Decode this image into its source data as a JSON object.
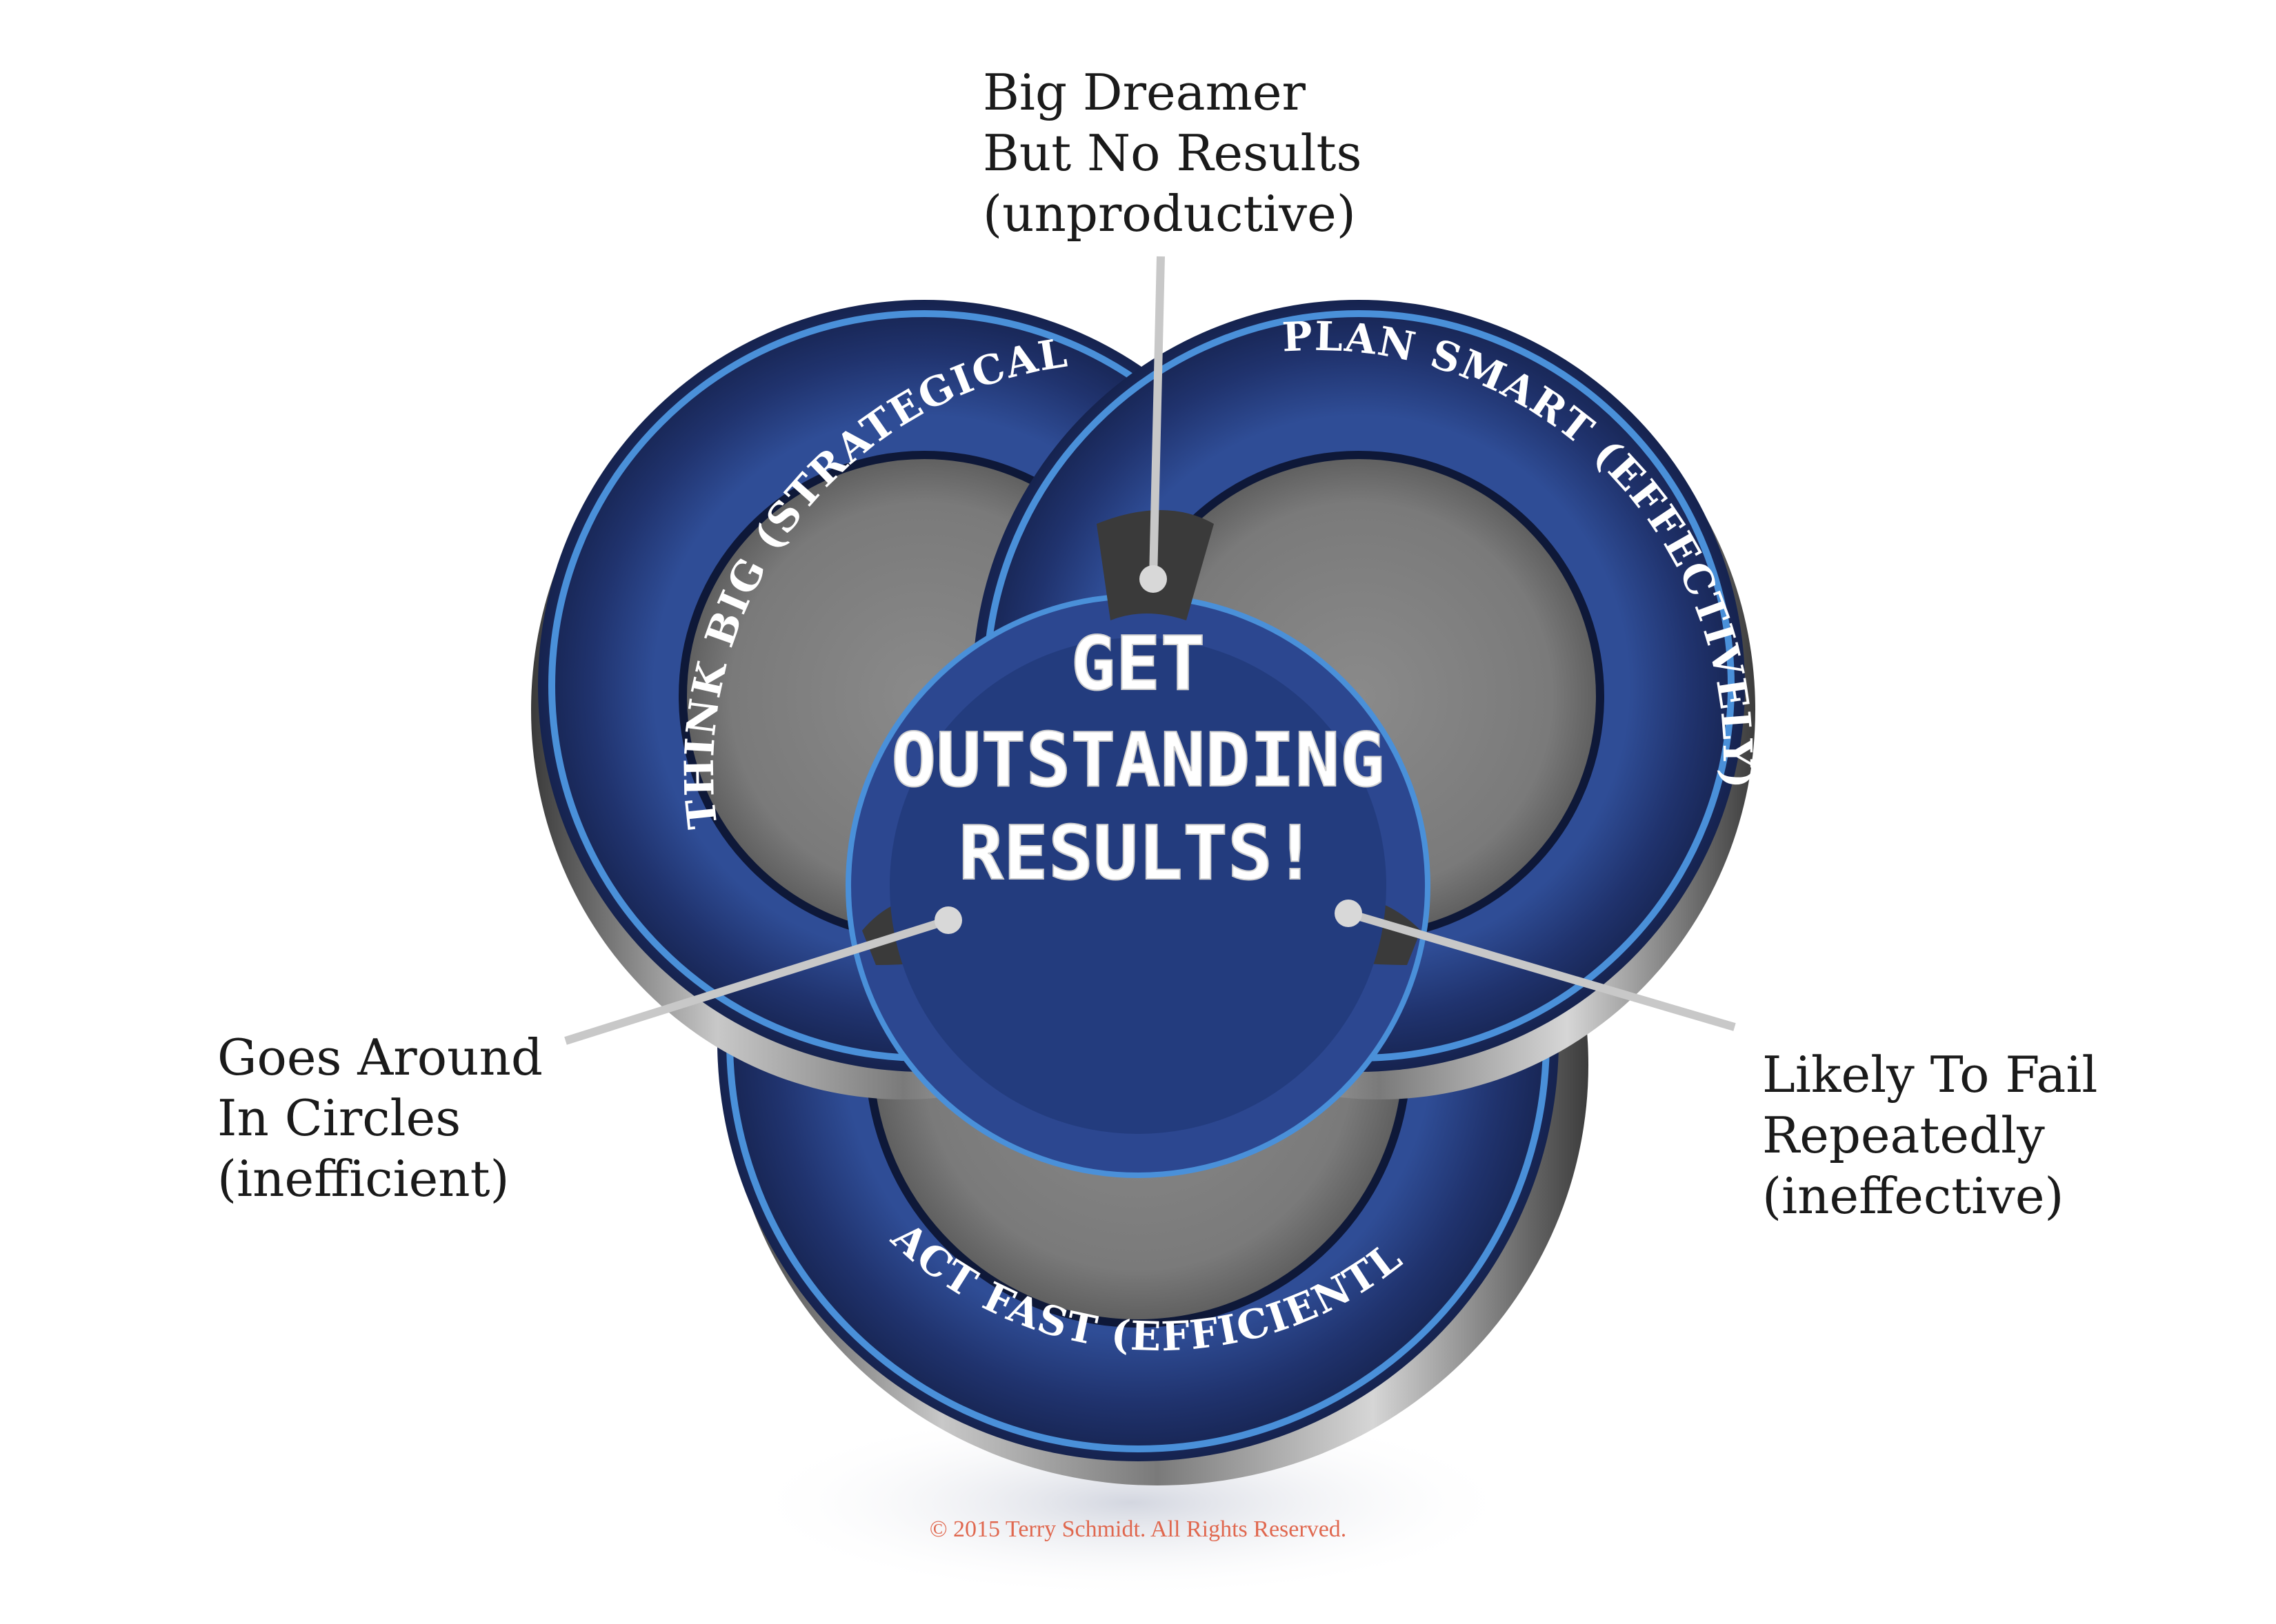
{
  "colors": {
    "ring_dark": "#1b2a5c",
    "ring_mid": "#2d4a91",
    "ring_edge": "#4a90d9",
    "inner_gray": "#7d7d7d",
    "center_text": "#ffffff",
    "copyright": "#e0684f"
  },
  "rings": {
    "think": "THINK BIG (STRATEGICALLY)",
    "plan": "PLAN SMART (EFFECTIVELY)",
    "act": "ACT FAST (EFFICIENTLY)"
  },
  "center": {
    "line1": "GET",
    "line2": "OUTSTANDING",
    "line3": "RESULTS!"
  },
  "callouts": {
    "top": [
      "Big Dreamer",
      "But No Results",
      "(unproductive)"
    ],
    "left": [
      "Goes Around",
      "In Circles",
      "(inefficient)"
    ],
    "right": [
      "Likely To Fail",
      "Repeatedly",
      "(ineffective)"
    ]
  },
  "copyright": "© 2015 Terry Schmidt.  All Rights Reserved."
}
